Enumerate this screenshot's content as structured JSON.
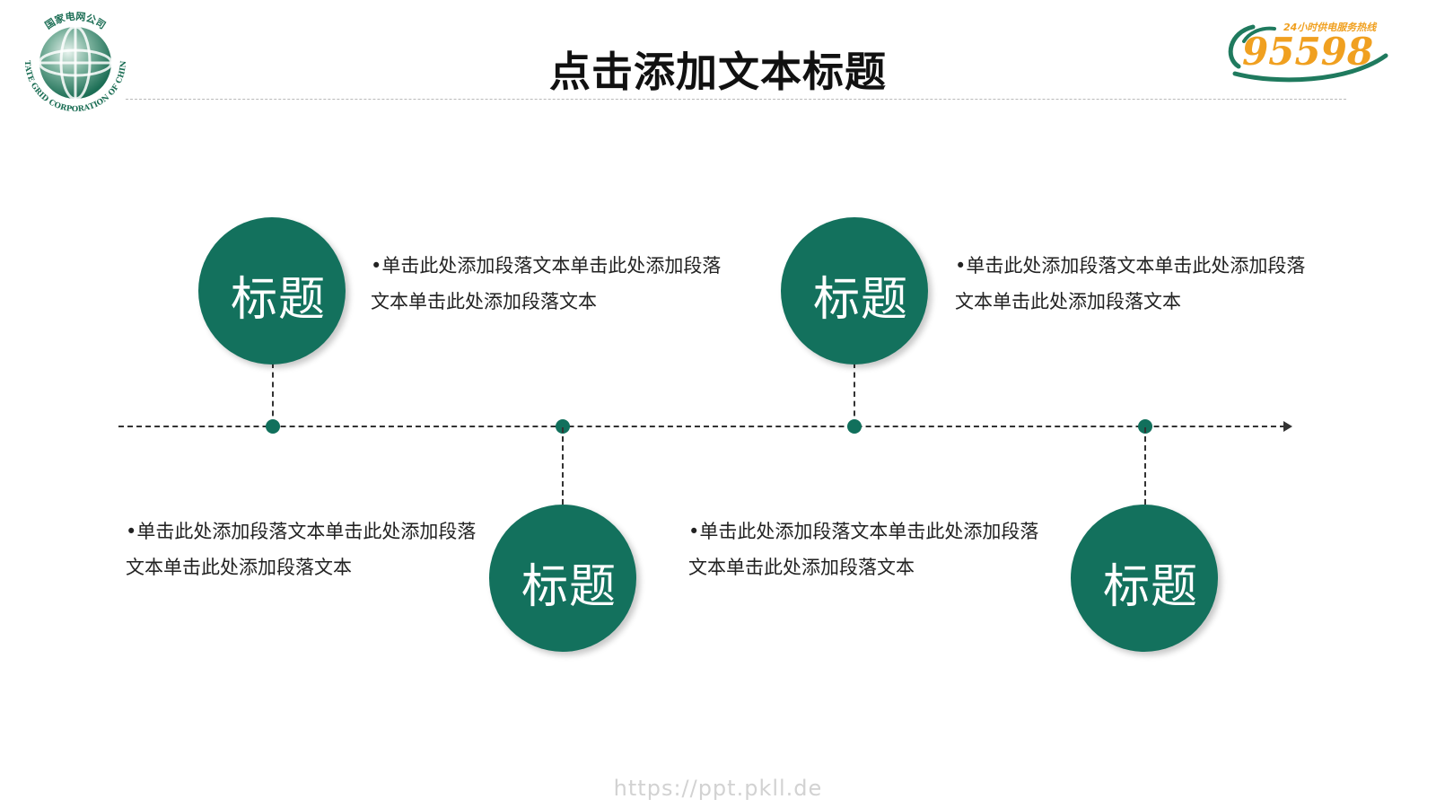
{
  "header": {
    "title": "点击添加文本标题",
    "left_logo": {
      "chinese_name": "国家电网公司",
      "english_name": "STATE GRID CORPORATION OF CHINA"
    },
    "right_logo": {
      "tagline": "24小时供电服务热线",
      "number": "95598"
    }
  },
  "timeline": {
    "nodes": [
      {
        "label": "标题",
        "text_line1": "•单击此处添加段落文本单击此处添加段落",
        "text_line2": "文本单击此处添加段落文本"
      },
      {
        "label": "标题",
        "text_line1": "•单击此处添加段落文本单击此处添加段落",
        "text_line2": "文本单击此处添加段落文本"
      },
      {
        "label": "标题",
        "text_line1": "•单击此处添加段落文本单击此处添加段落",
        "text_line2": "文本单击此处添加段落文本"
      },
      {
        "label": "标题",
        "text_line1": "•单击此处添加段落文本单击此处添加段落",
        "text_line2": "文本单击此处添加段落文本"
      }
    ]
  },
  "footer": {
    "url": "https://ppt.pkll.de"
  },
  "colors": {
    "accent_green": "#13715d",
    "logo_orange": "#f0a020",
    "title_text": "#111111"
  }
}
